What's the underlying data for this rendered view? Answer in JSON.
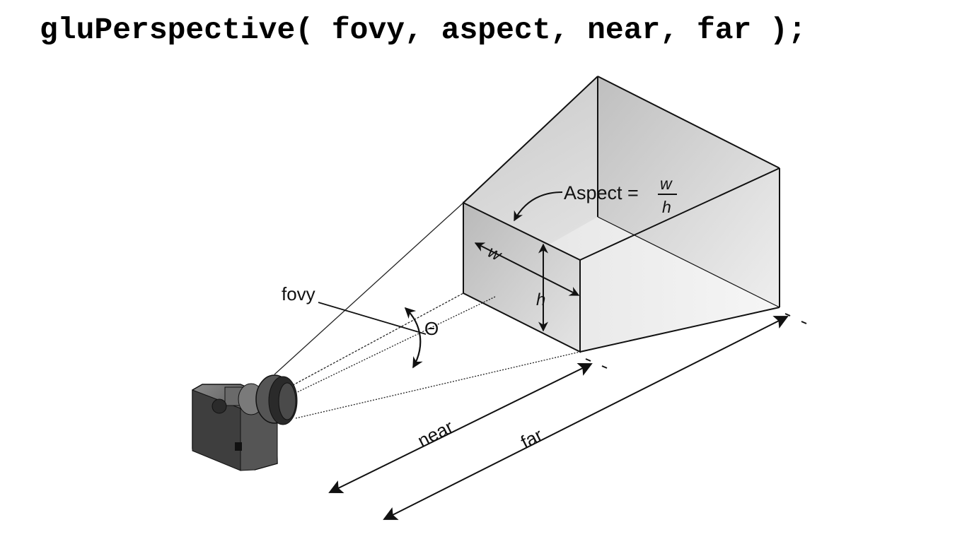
{
  "title": "gluPerspective( fovy, aspect, near, far );",
  "diagram": {
    "aspect_label": "Aspect =",
    "aspect_numerator": "w",
    "aspect_denominator": "h",
    "width_label": "w",
    "height_label": "h",
    "fovy_label": "fovy",
    "theta_label": "Θ",
    "near_label": "near",
    "far_label": "far"
  },
  "icons": [
    "camera-icon"
  ],
  "colors": {
    "background": "#ffffff",
    "ink": "#111111",
    "shading": "#cfcfcf"
  }
}
